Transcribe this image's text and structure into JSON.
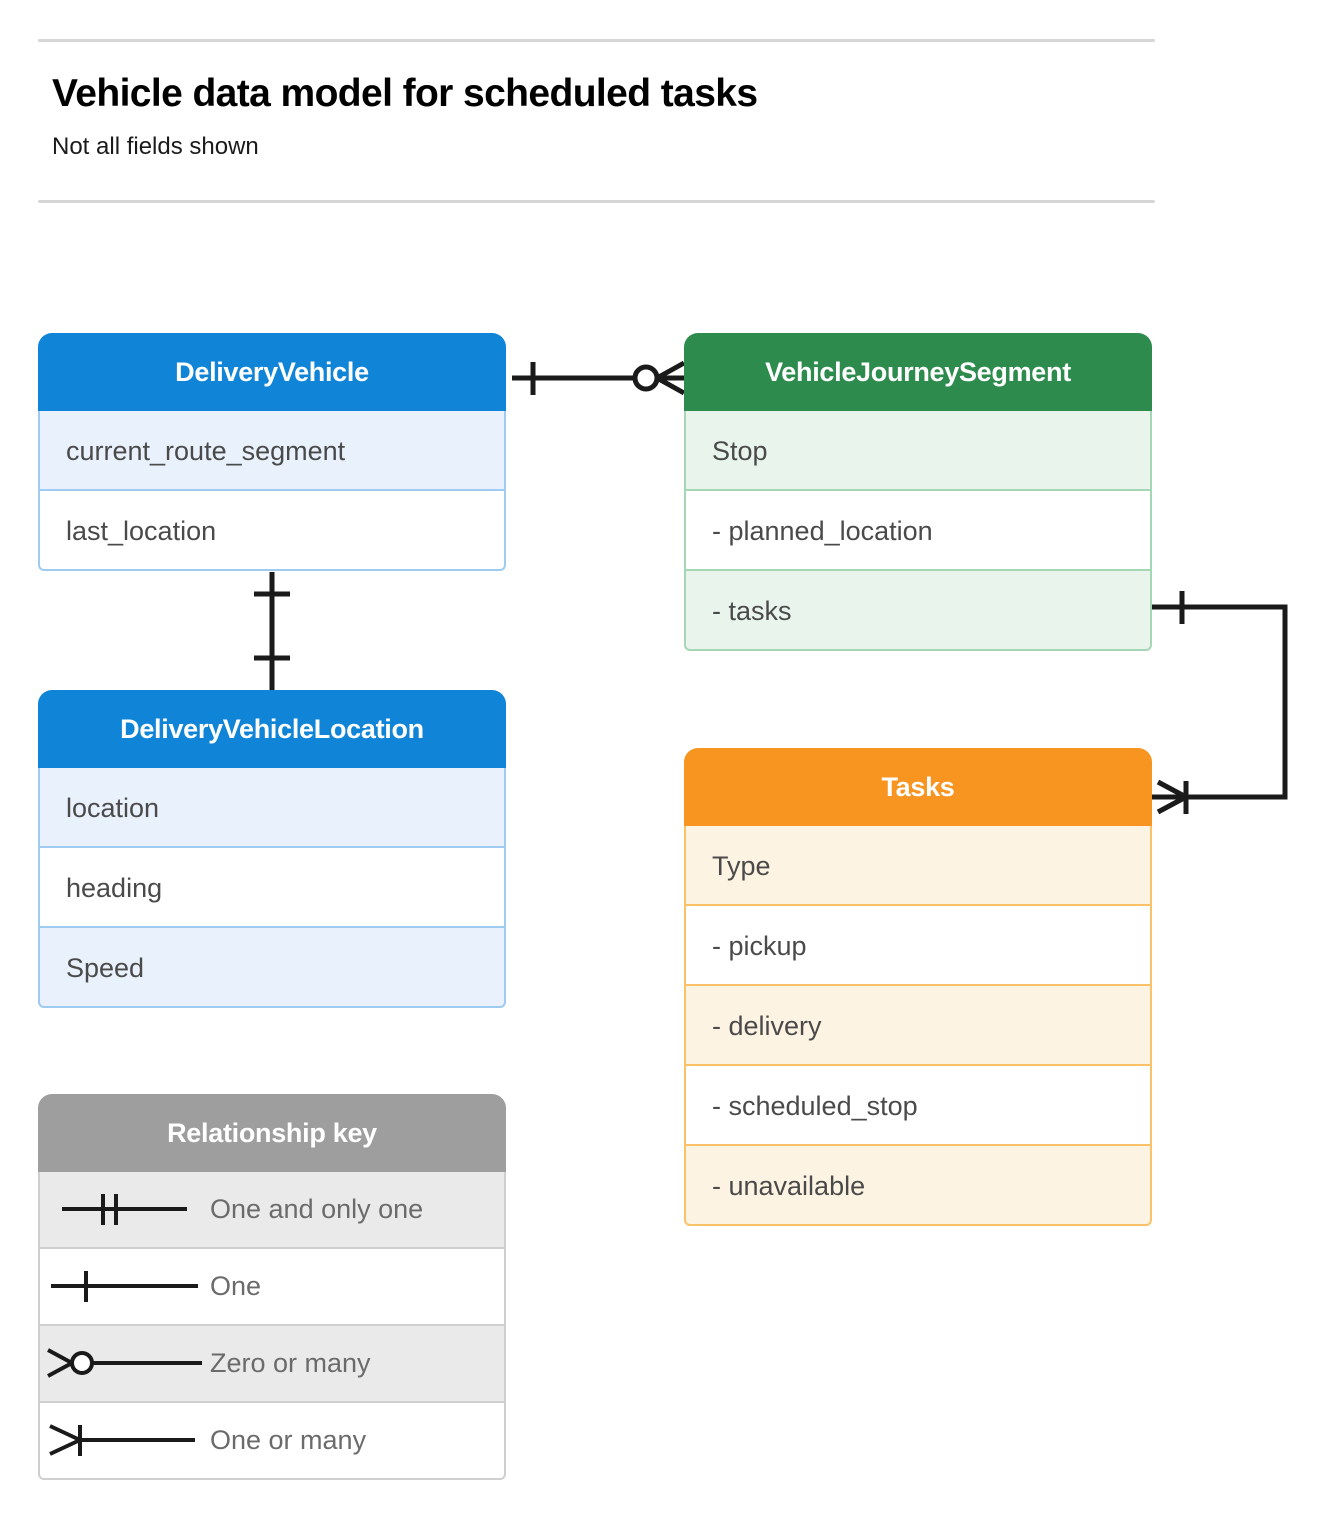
{
  "header": {
    "title": "Vehicle data model for scheduled tasks",
    "subtitle": "Not all fields shown"
  },
  "colors": {
    "blue": "#1085D8",
    "blue_row": "#E8F1FC",
    "green": "#2E8B4E",
    "green_row": "#E8F4EC",
    "orange": "#F79520",
    "orange_row": "#FDF3E2",
    "grey": "#9E9E9E",
    "grey_row": "#EAEAEA",
    "line": "#1a1a1a",
    "rule": "#d6d6d6"
  },
  "entities": [
    {
      "id": "delivery-vehicle",
      "name": "DeliveryVehicle",
      "color": "blue",
      "rows": [
        "current_route_segment",
        "last_location"
      ]
    },
    {
      "id": "delivery-vehicle-location",
      "name": "DeliveryVehicleLocation",
      "color": "blue",
      "rows": [
        "location",
        "heading",
        "Speed"
      ]
    },
    {
      "id": "vehicle-journey-segment",
      "name": "VehicleJourneySegment",
      "color": "green",
      "rows": [
        "Stop",
        "-  planned_location",
        "- tasks"
      ]
    },
    {
      "id": "tasks",
      "name": "Tasks",
      "color": "orange",
      "rows": [
        "Type",
        "-  pickup",
        "-  delivery",
        "-  scheduled_stop",
        "-  unavailable"
      ]
    }
  ],
  "legend": {
    "title": "Relationship key",
    "items": [
      {
        "symbol": "one-and-only-one",
        "label": "One and only one"
      },
      {
        "symbol": "one",
        "label": "One"
      },
      {
        "symbol": "zero-or-many",
        "label": "Zero or many"
      },
      {
        "symbol": "one-or-many",
        "label": "One or many"
      }
    ]
  },
  "relationships": [
    {
      "id": "deliveryvehicle-to-vehiclejourneysegment",
      "from": "DeliveryVehicle",
      "to": "VehicleJourneySegment",
      "from_cardinality": "one",
      "to_cardinality": "zero-or-many"
    },
    {
      "id": "deliveryvehicle-to-deliveryvehiclelocation",
      "from": "DeliveryVehicle",
      "to": "DeliveryVehicleLocation",
      "from_cardinality": "one",
      "to_cardinality": "one"
    },
    {
      "id": "vehiclejourneysegment-tasks-to-tasks",
      "from": "VehicleJourneySegment",
      "to": "Tasks",
      "from_cardinality": "one",
      "to_cardinality": "one-or-many"
    }
  ]
}
